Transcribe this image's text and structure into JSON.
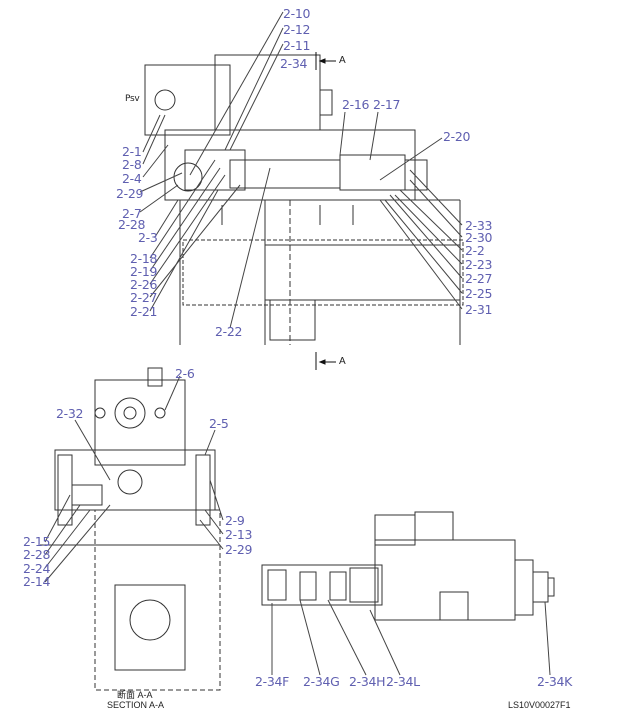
{
  "top_view": {
    "labels": [
      "2-10",
      "2-12",
      "2-11",
      "2-34",
      "2-16",
      "2-17",
      "2-20",
      "2-1",
      "2-8",
      "2-4",
      "2-29",
      "2-7",
      "2-28",
      "2-3",
      "2-18",
      "2-19",
      "2-26",
      "2-27",
      "2-21",
      "2-22",
      "2-33",
      "2-30",
      "2-2",
      "2-23",
      "2-27",
      "2-25",
      "2-31"
    ],
    "section_marker": "A",
    "port_label": "Psv"
  },
  "section_view": {
    "labels": [
      "2-6",
      "2-32",
      "2-5",
      "2-9",
      "2-13",
      "2-29",
      "2-15",
      "2-28",
      "2-24",
      "2-14"
    ],
    "caption_jp": "断面 A-A",
    "caption_en": "SECTION A-A"
  },
  "solenoid_view": {
    "labels": [
      "2-34F",
      "2-34G",
      "2-34H",
      "2-34L",
      "2-34K"
    ]
  },
  "drawing_id": "LS10V00027F1",
  "colors": {
    "label": "#5f5fb0",
    "line": "#222222"
  }
}
